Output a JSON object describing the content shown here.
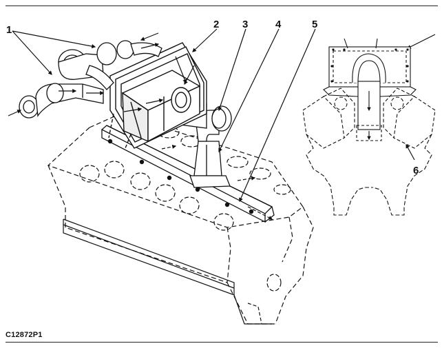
{
  "figure": {
    "code": "C12872P1",
    "callouts": [
      "1",
      "2",
      "3",
      "4",
      "5",
      "6"
    ]
  }
}
